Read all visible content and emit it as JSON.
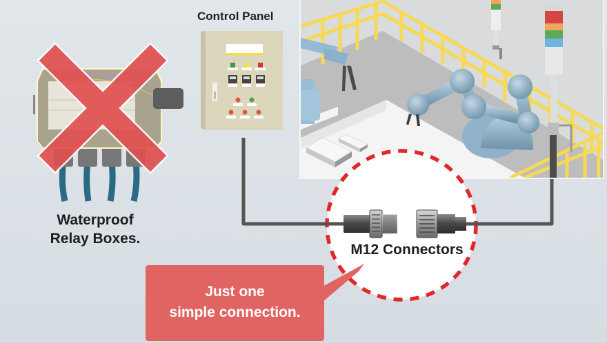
{
  "labels": {
    "control_panel": "Control Panel",
    "relay_line1": "Waterproof",
    "relay_line2": "Relay Boxes.",
    "connectors": "M12 Connectors",
    "callout_line1": "Just one",
    "callout_line2": "simple connection."
  },
  "colors": {
    "background": "#dde3e8",
    "cross_red": "#e05050",
    "dashed_circle": "#e0282a",
    "callout_bg": "#e06461",
    "cable": "#555555",
    "railing_yellow": "#f7d955",
    "robot_blue": "#8fb2c8",
    "panel_beige": "#dcd7bc"
  },
  "tower_light_segments": [
    "#d8d8d8",
    "#d64545",
    "#f3a45c",
    "#5bab59",
    "#6fb4e0",
    "#e8e8e8"
  ],
  "panel_indicators": [
    "#3a9c48",
    "#f2e03b",
    "#d93434"
  ],
  "panel_buttons_row1": [
    "#e2593a",
    "#4aa54a"
  ],
  "panel_buttons_row2": [
    "#e2593a",
    "#e2593a",
    "#e2593a"
  ]
}
